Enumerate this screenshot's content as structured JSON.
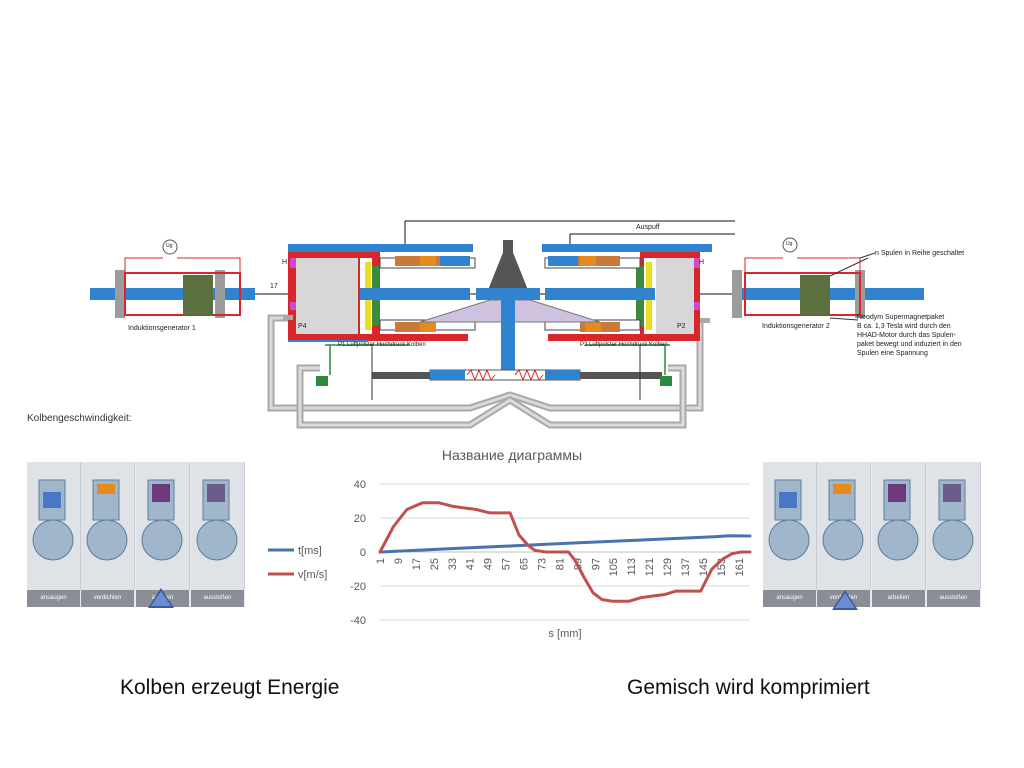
{
  "machine": {
    "labels": {
      "auspuff": "Auspuff",
      "spulen": "n Spulen in Reihe geschaltet",
      "gen1": "Induktionsgenerator 1",
      "gen2": "Induktionsgenerator 2",
      "neodym": [
        "Neodym Supermagnetpaket",
        "B ca. 1,3 Tesla wird durch den",
        "HHAD-Motor durch das Spulen-",
        "paket bewegt und induziert in den",
        "Spulen eine Spannung"
      ],
      "p1": "P1 Luftpolster Hochdruck Kolben",
      "p3": "P3 Luftpolster Hochdruck Kolben",
      "p4": "P4",
      "p2": "P2",
      "h_left": "H",
      "h_right": "H",
      "num17": "17",
      "gauge": "Ug"
    }
  },
  "speed_label": "Kolbengeschwindigkeit:",
  "stroke_strips": {
    "left": [
      "ansaugen",
      "verdichten",
      "arbeiten",
      "ausstoßen"
    ],
    "right": [
      "ansaugen",
      "verdichten",
      "arbeiten",
      "ausstoßen"
    ]
  },
  "chart_data": {
    "type": "line",
    "title": "Название диаграммы",
    "xlabel": "s [mm]",
    "ylabel": "",
    "ylim": [
      -40,
      40
    ],
    "yticks": [
      40,
      20,
      0,
      -20,
      -40
    ],
    "xticks": [
      1,
      9,
      17,
      25,
      33,
      41,
      49,
      57,
      65,
      73,
      81,
      89,
      97,
      105,
      113,
      121,
      129,
      137,
      145,
      153,
      161
    ],
    "xlim": [
      1,
      166
    ],
    "grid": true,
    "legend": "left",
    "series": [
      {
        "name": "t[ms]",
        "color": "#4a72b0",
        "x": [
          1,
          20,
          40,
          60,
          80,
          100,
          120,
          140,
          150,
          157,
          166
        ],
        "y": [
          0,
          1.2,
          2.4,
          3.6,
          4.8,
          6.0,
          7.2,
          8.4,
          9.0,
          9.5,
          9.4
        ]
      },
      {
        "name": "v[m/s]",
        "color": "#c0504d",
        "x": [
          1,
          7,
          13,
          20,
          27,
          33,
          38,
          44,
          50,
          55,
          59,
          63,
          67,
          70,
          75,
          80,
          85,
          88,
          92,
          96,
          100,
          105,
          112,
          117,
          122,
          128,
          133,
          138,
          144,
          149,
          154,
          158,
          162,
          166
        ],
        "y": [
          0,
          15,
          25,
          29,
          29,
          27,
          26,
          25,
          23,
          23,
          23,
          10,
          4,
          1,
          0,
          0,
          0,
          -5,
          -15,
          -24,
          -28,
          -29,
          -29,
          -27,
          -26,
          -25,
          -23,
          -23,
          -23,
          -10,
          -4,
          -1,
          0,
          0
        ]
      }
    ]
  },
  "captions": {
    "left": "Kolben erzeugt Energie",
    "right": "Gemisch wird komprimiert"
  },
  "colors": {
    "frame_red": "#d9262b",
    "shaft_blue": "#2f83cf",
    "body_gray": "#d8d8d8",
    "pipe_gray": "#b9b9b9",
    "magnet_green": "#3b8a3f",
    "orange": "#e58a1f",
    "purple": "#cfc2e0"
  }
}
